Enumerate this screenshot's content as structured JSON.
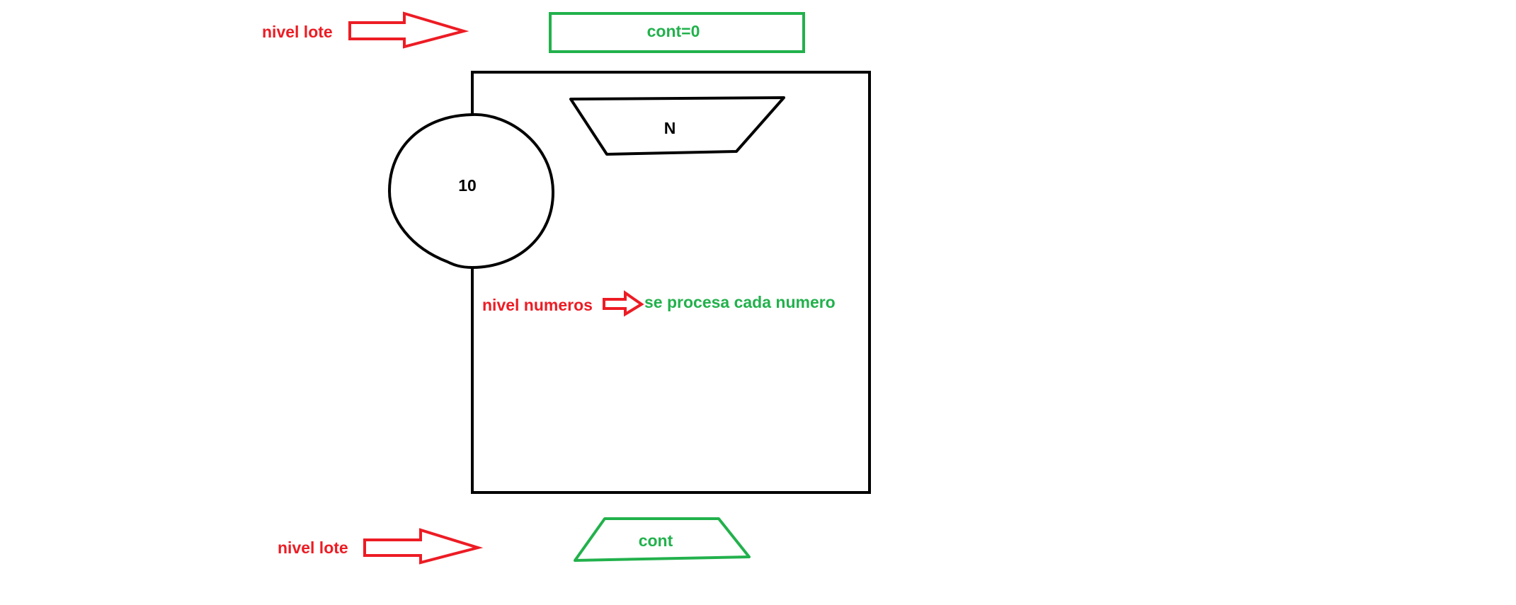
{
  "colors": {
    "red": "#ed1c24",
    "green": "#22b14c",
    "black": "#000000",
    "background": "#ffffff"
  },
  "labels": {
    "top_level": "nivel lote",
    "init_box": "cont=0",
    "loop_count": "10",
    "input_n": "N",
    "numbers_level": "nivel numeros",
    "process_note": "se procesa cada numero",
    "bottom_level": "nivel lote",
    "output_box": "cont"
  }
}
